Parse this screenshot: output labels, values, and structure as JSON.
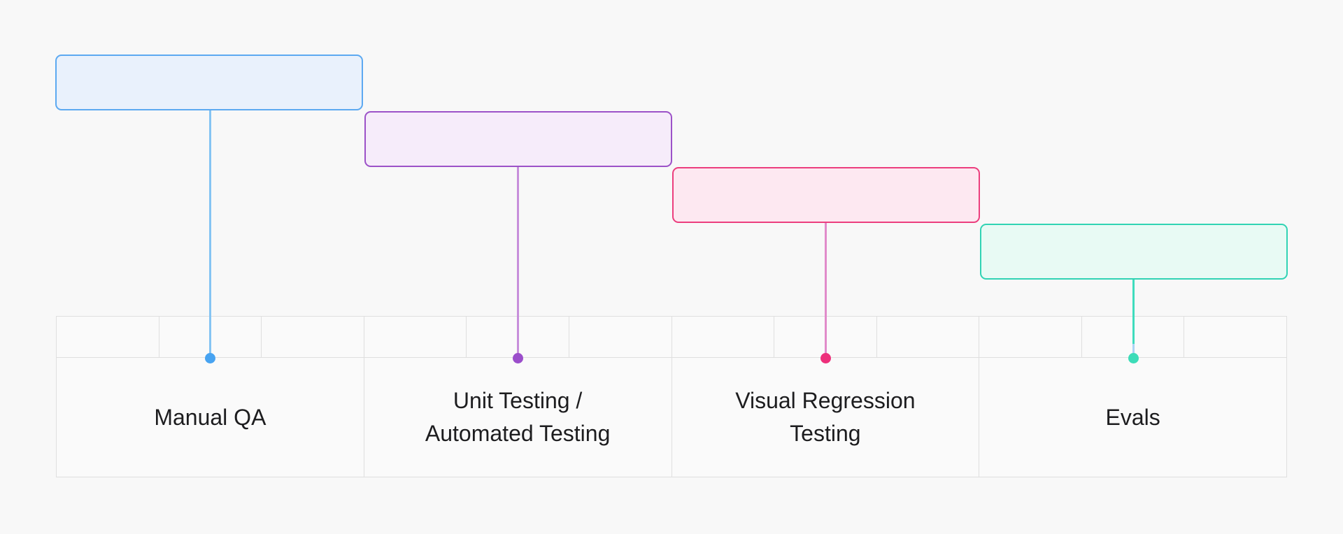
{
  "theme": {
    "page_background": "#f8f8f8",
    "table_background": "#fafafa",
    "table_border_color": "#dfdfdf",
    "text_color": "#1d1d1f"
  },
  "items": [
    {
      "label": "Manual QA",
      "box_fill": "#e9f1fc",
      "box_border": "#5ca9f1",
      "line_color": "#85c4f3",
      "dot_color": "#47a3f1"
    },
    {
      "label": "Unit Testing /\nAutomated Testing",
      "box_fill": "#f6ecfa",
      "box_border": "#9c52c8",
      "line_color": "#c78fdb",
      "dot_color": "#9b4ecb"
    },
    {
      "label": "Visual Regression\nTesting",
      "box_fill": "#fde8f1",
      "box_border": "#ec3e7e",
      "line_color": "#e18bca",
      "dot_color": "#ed2f7b"
    },
    {
      "label": "Evals",
      "box_fill": "#e8faf4",
      "box_border": "#31d3b4",
      "line_color": "#3fdcbd",
      "line_tail_color": "#a9d3f5",
      "dot_color": "#3cdcb8"
    }
  ]
}
